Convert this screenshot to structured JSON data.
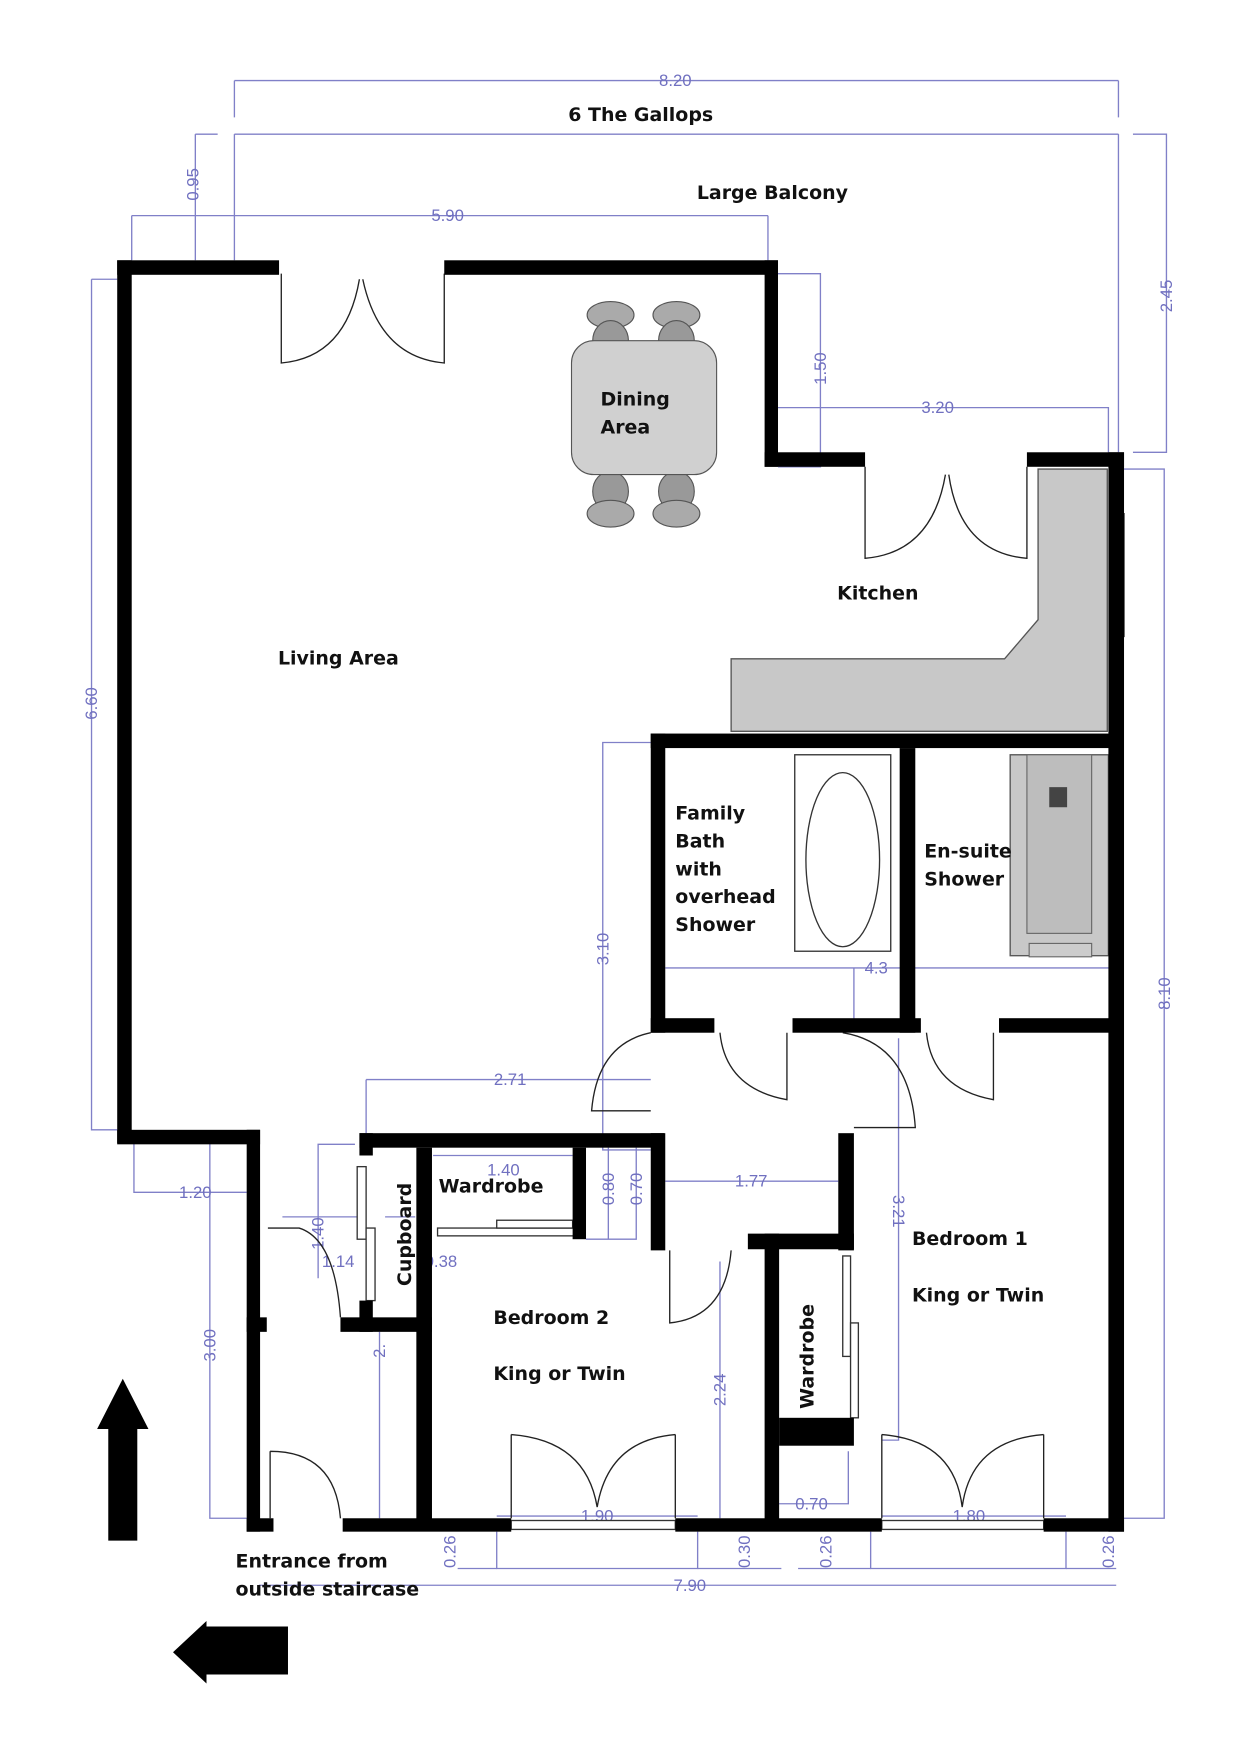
{
  "title": "6 The Gallops",
  "rooms": {
    "balcony": "Large Balcony",
    "dining": [
      "Dining",
      "Area"
    ],
    "kitchen": "Kitchen",
    "living": "Living Area",
    "family_bath": [
      "Family",
      "Bath",
      "with",
      "overhead",
      "Shower"
    ],
    "ensuite": [
      "En-suite",
      "Shower"
    ],
    "cupboard": "Cupboard",
    "wardrobe_top": "Wardrobe",
    "wardrobe_side": "Wardrobe",
    "bedroom1": [
      "Bedroom 1",
      "King or Twin"
    ],
    "bedroom2": [
      "Bedroom 2",
      "King or Twin"
    ],
    "entrance": [
      "Entrance from",
      "outside staircase"
    ]
  },
  "dimensions": {
    "overall_width": "8.20",
    "balcony_offset": "0.95",
    "living_width": "5.90",
    "balcony_depth": "2.45",
    "step_depth": "1.50",
    "kitchen_width": "3.20",
    "living_depth": "6.60",
    "overall_depth": "8.10",
    "bath_depth": "3.10",
    "bath_width": "4.3",
    "hall_width": "2.71",
    "entry_width": "1.20",
    "entry_depth": "3.00",
    "cupboard_depth": "1.40",
    "hall_entry": "1.14",
    "cupboard_width": "0.38",
    "hall_lower": "2.",
    "wardrobe_width": "1.40",
    "wardrobe_depth1": "0.80",
    "wardrobe_depth2": "0.70",
    "corridor_width": "1.77",
    "bedroom1_depth": "3.21",
    "bedroom2_depth": "2.24",
    "wardrobe2_width": "0.70",
    "window2_width": "1.90",
    "window1_width": "1.80",
    "bottom_width": "7.90",
    "sill_a": "0.26",
    "sill_b": "0.30",
    "sill_c": "0.26",
    "sill_d": "0.26"
  },
  "icons": {
    "north_arrow": "arrow-up-icon",
    "entrance_arrow": "arrow-left-icon"
  },
  "colors": {
    "walls": "#000000",
    "dimensions": "#7070c0",
    "fixtures": "#c8c8c8"
  }
}
